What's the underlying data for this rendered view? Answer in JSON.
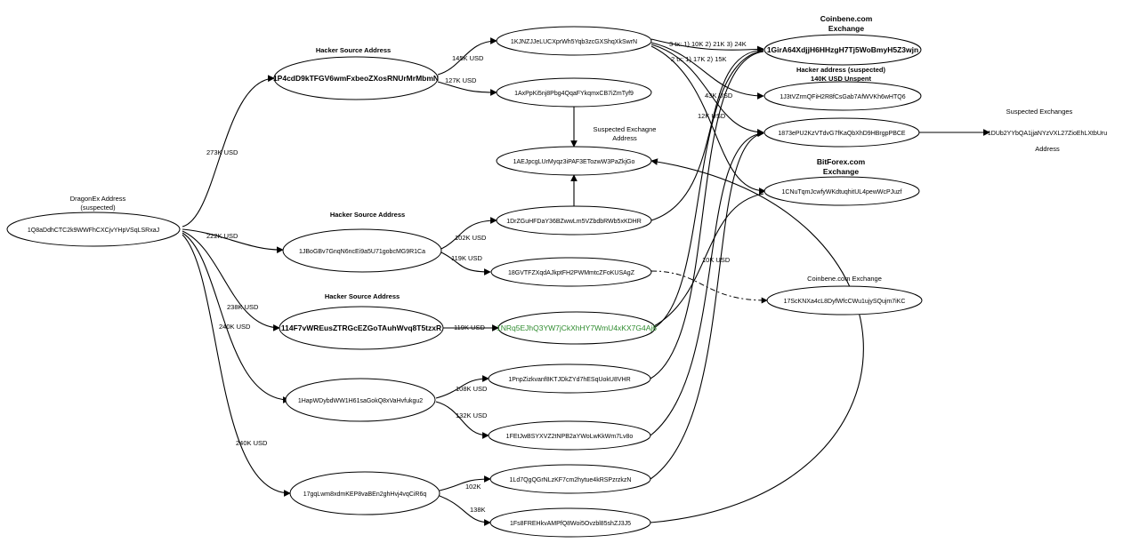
{
  "nodes": {
    "dragonex": "1Q8aDdhCTC2k9WWFhCXCjvYHpVSqLSRxaJ",
    "src1": "1P4cdD9kTFGV6wmFxbeoZXosRNUrMrMbmN",
    "src2": "1JBoGBv7GnqN6ncEi9a5U71gobcMG9R1Ca",
    "src3": "114F7vWREusZTRGcEZGoTAuhWvq8T5tzxR",
    "n_hap": "1HapWDybdWW1H61saGokQ8xVaHvfukgu2",
    "n_17gq": "17gqLwm8xdmKEP8vaBEn2ghHvj4vqCiR6q",
    "n_1kjn": "1KJNZJJeLUCXprWh5Yqb3zcGXShqXkSwrN",
    "n_1axp": "1AxPpKi5nj8Pbg4QqaFYkqmxCB7iZmTyf9",
    "n_1aej": "1AEJpcgLUrMyqz3iPAF3ETozwW3PaZkjGo",
    "n_1drz": "1DrZGuHFDaY36BZwwLm5VZbdbRWb5xKDHR",
    "n_18gv": "18GVTFZXqdAJkptFH2PWMmtcZFoKUSAgZ",
    "n_1nrq": "1NRq5EJhQ3YW7jCkXhHY7WmU4xKX7G4Aj6",
    "n_1pnp": "1PnpZizkvanf8KTJDkZYd7hESqUokU8VHR",
    "n_1fet": "1FEtJwBSYXVZ2tNPB2aYWoLwKkWm7Lv8o",
    "n_1ld7": "1Ld7QgQGrNLzKF7cm2hytue4kRSPzrzkzN",
    "n_1fs8": "1Fs8FREHkvAMPfQ8Woi5Ovzbl85shZJ3J5",
    "n_1gir": "1GirA64XdjjH6HHzgH7Tj5WoBmyH5Z3wjn",
    "n_1j3t": "1J3tVZrmQFiH2R8fCsGab7AfWVKh6wHTQ6",
    "n_1873": "1873ePU2KzVTdvG7fKaQbXhD9HBrgpPBCE",
    "n_1cnu": "1CNuTqmJcwfyWKdtuqhitUL4pewWcPJuzf",
    "n_17sc": "17ScKNXa4cL8DyfWfcCWu1ujySQujm7iKC",
    "n_1dub": "1DUb2YYbQA1jjaNYzVXL27ZioEhLXtbUru"
  },
  "headers": {
    "dragonex_title": "DragonEx Address",
    "dragonex_sub": "(suspected)",
    "hacker_src1": "Hacker Source Address",
    "hacker_src2": "Hacker Source Address",
    "hacker_src3": "Hacker Source Address",
    "coinbene_1": "Coinbene.com",
    "coinbene_2": "Exchange",
    "hacker_susp_1": "Hacker address (suspected)",
    "hacker_susp_2": "140K USD Unspent",
    "susp_ex_1": "Suspected Exchagne",
    "susp_ex_2": "Address",
    "bitforex_1": "BitForex.com",
    "bitforex_2": "Exchange",
    "coinbene_ex": "Coinbene.com Exchange",
    "susp_exchanges": "Suspected Exchanges",
    "address_caption": "Address"
  },
  "edge_labels": {
    "e_273k": "273K USD",
    "e_222k": "222K USD",
    "e_238k": "238K USD",
    "e_240k_a": "240K USD",
    "e_240k_b": "240K USD",
    "e_145k": "145K USD",
    "e_127k": "127K USD",
    "e_102k_usd": "102K USD",
    "e_119k_a": "119K USD",
    "e_119k_b": "119K USD",
    "e_108k": "108K USD",
    "e_132k": "132K USD",
    "e_102k": "102K",
    "e_138k": "138K",
    "e_3tx": "3 tx: 1) 10K 2) 21K 3) 24K",
    "e_2tx": "2 tx: 1) 17K 2) 15K",
    "e_43k": "43K USD",
    "e_12k": "12K USD",
    "e_10k": "10K USD"
  },
  "colors": {
    "highlight_node_text": "#2e8b2e",
    "stroke": "#000000"
  }
}
